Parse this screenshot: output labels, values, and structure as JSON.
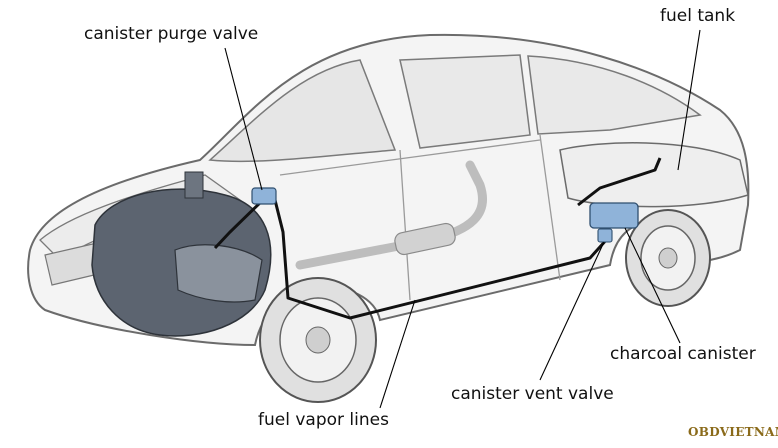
{
  "labels": {
    "purge_valve": "canister purge valve",
    "fuel_tank": "fuel tank",
    "charcoal_canister": "charcoal canister",
    "vent_valve": "canister vent valve",
    "vapor_lines": "fuel vapor lines"
  },
  "watermark": "OBDVIETNAM",
  "colors": {
    "outline": "#6b6b6b",
    "body_fill": "#f4f4f4",
    "shade": "#d8d8d8",
    "engine": "#5c6470",
    "vapor_line": "#111111",
    "component_blue": "#8fb3d9",
    "leader": "#000000"
  }
}
